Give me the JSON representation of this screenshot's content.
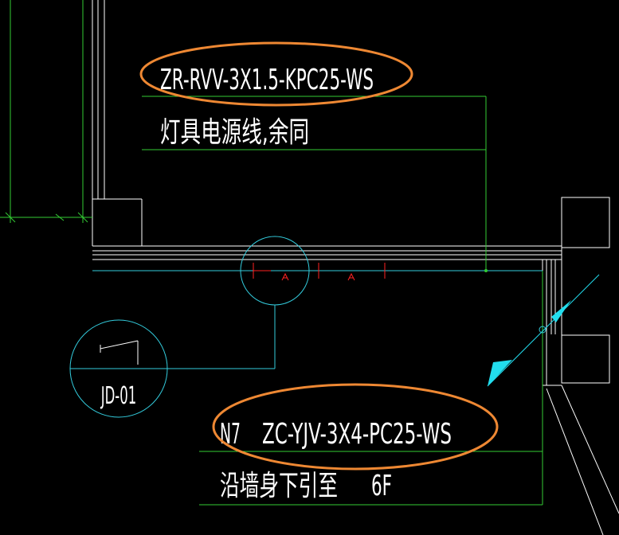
{
  "annotations": {
    "upper_cable_spec": "ZR-RVV-3X1.5-KPC25-WS",
    "upper_cable_note": "灯具电源线,余同",
    "lower_circuit_id": "N7",
    "lower_cable_spec": "ZC-YJV-3X4-PC25-WS",
    "lower_cable_note": "沿墙身下引至",
    "lower_floor_ref": "6F"
  },
  "junction_box": {
    "label": "JD-01"
  },
  "colors": {
    "background": "#000000",
    "wall_lines": "#ffffff",
    "green_lines": "#33cc33",
    "cyan_lines": "#33ccdd",
    "red_marks": "#ff2222",
    "highlight_ellipse": "#ee8833",
    "arrow": "#22ddee"
  }
}
